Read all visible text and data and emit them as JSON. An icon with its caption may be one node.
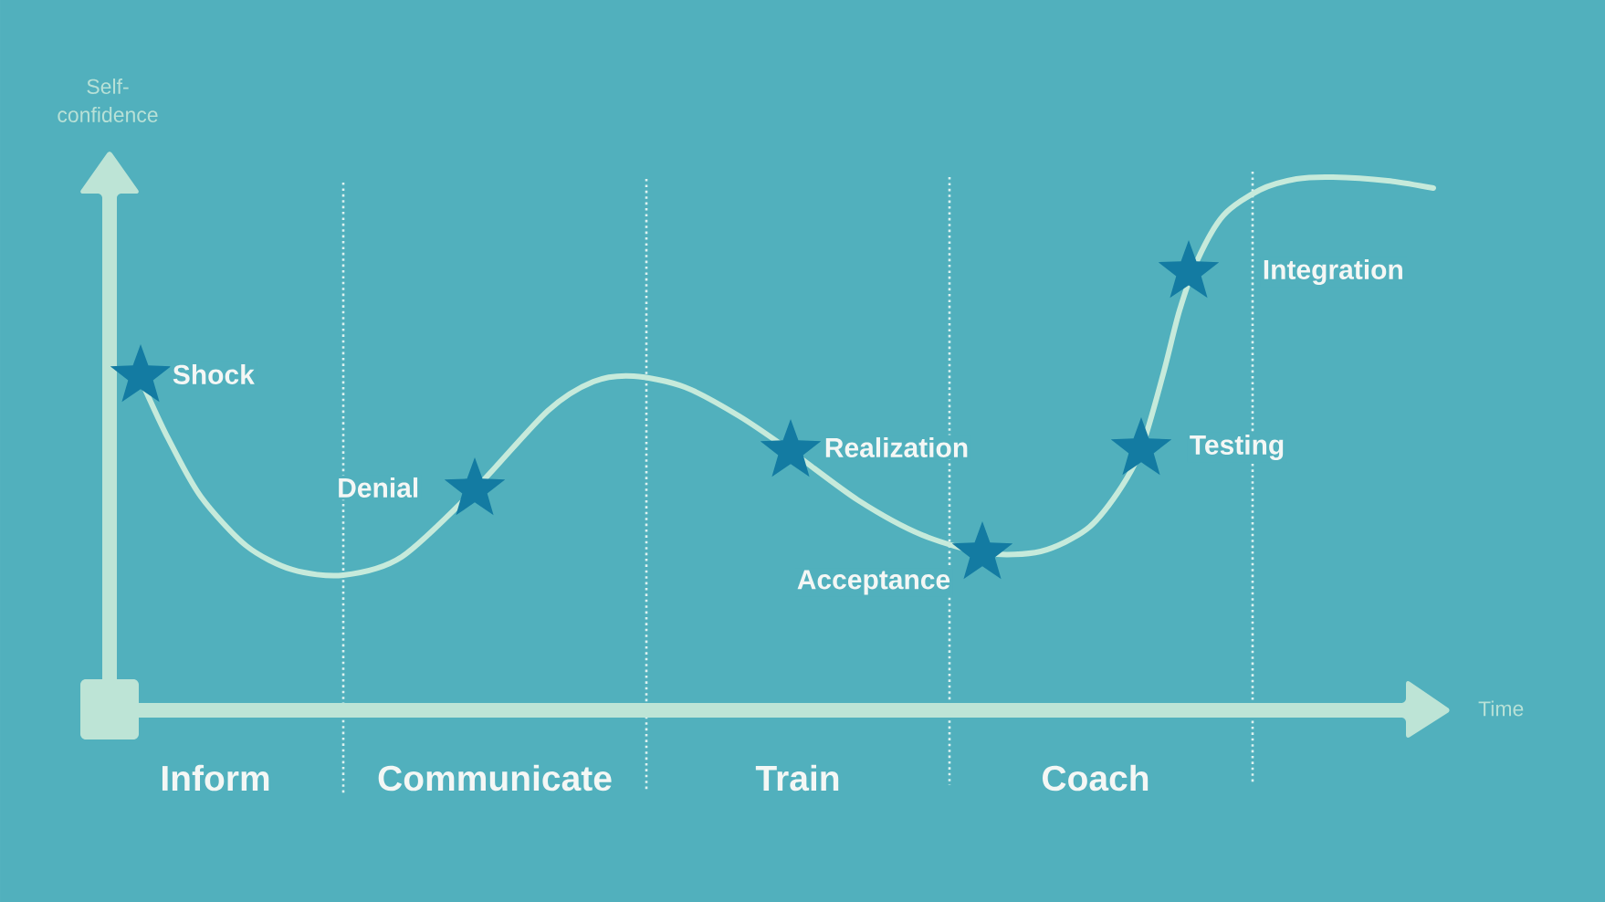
{
  "diagram": {
    "labels": [
      "Self- confidence",
      "Integration",
      "Shock",
      "Realization",
      "Testing",
      "Denial",
      "Acceptance",
      "Time",
      "Inform",
      "Communicate",
      "Train",
      "Coach"
    ]
  }
}
